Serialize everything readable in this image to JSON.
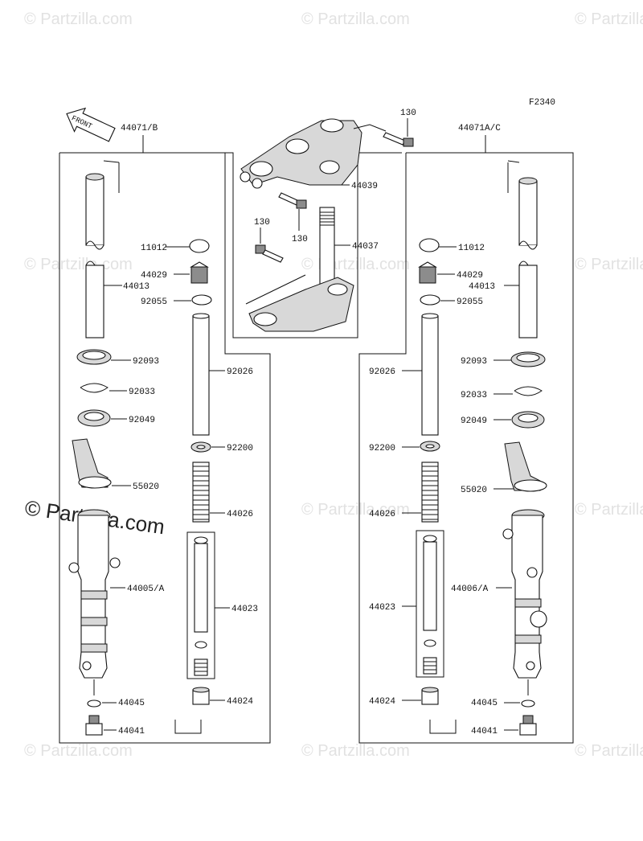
{
  "diagram_code": "F2340",
  "front_arrow": "FRONT",
  "watermarks": {
    "small": "© Partzilla.com",
    "large": "© Partzilla.com"
  },
  "left_assembly": "44071/B",
  "right_assembly": "44071A/C",
  "upper": {
    "bolt_top": "130",
    "bracket": "44039",
    "bolt_mid": "130",
    "bolt_left": "130",
    "stem": "44037"
  },
  "left_parts": {
    "cap": "11012",
    "adjuster": "44029",
    "oring": "92055",
    "tube": "44013",
    "oil_seal_cover": "92093",
    "clip": "92033",
    "oil_seal": "92049",
    "protector": "55020",
    "bottom_case": "44005/A",
    "washer": "44045",
    "bolt": "44041",
    "pipe": "92026",
    "washer_seat": "92200",
    "spring": "44026",
    "cylinder": "44023",
    "piece": "44024"
  },
  "right_parts": {
    "cap": "11012",
    "adjuster": "44029",
    "oring": "92055",
    "tube": "44013",
    "oil_seal_cover": "92093",
    "clip": "92033",
    "oil_seal": "92049",
    "protector": "55020",
    "bottom_case": "44006/A",
    "washer": "44045",
    "bolt": "44041",
    "pipe": "92026",
    "washer_seat": "92200",
    "spring": "44026",
    "cylinder": "44023",
    "piece": "44024"
  }
}
